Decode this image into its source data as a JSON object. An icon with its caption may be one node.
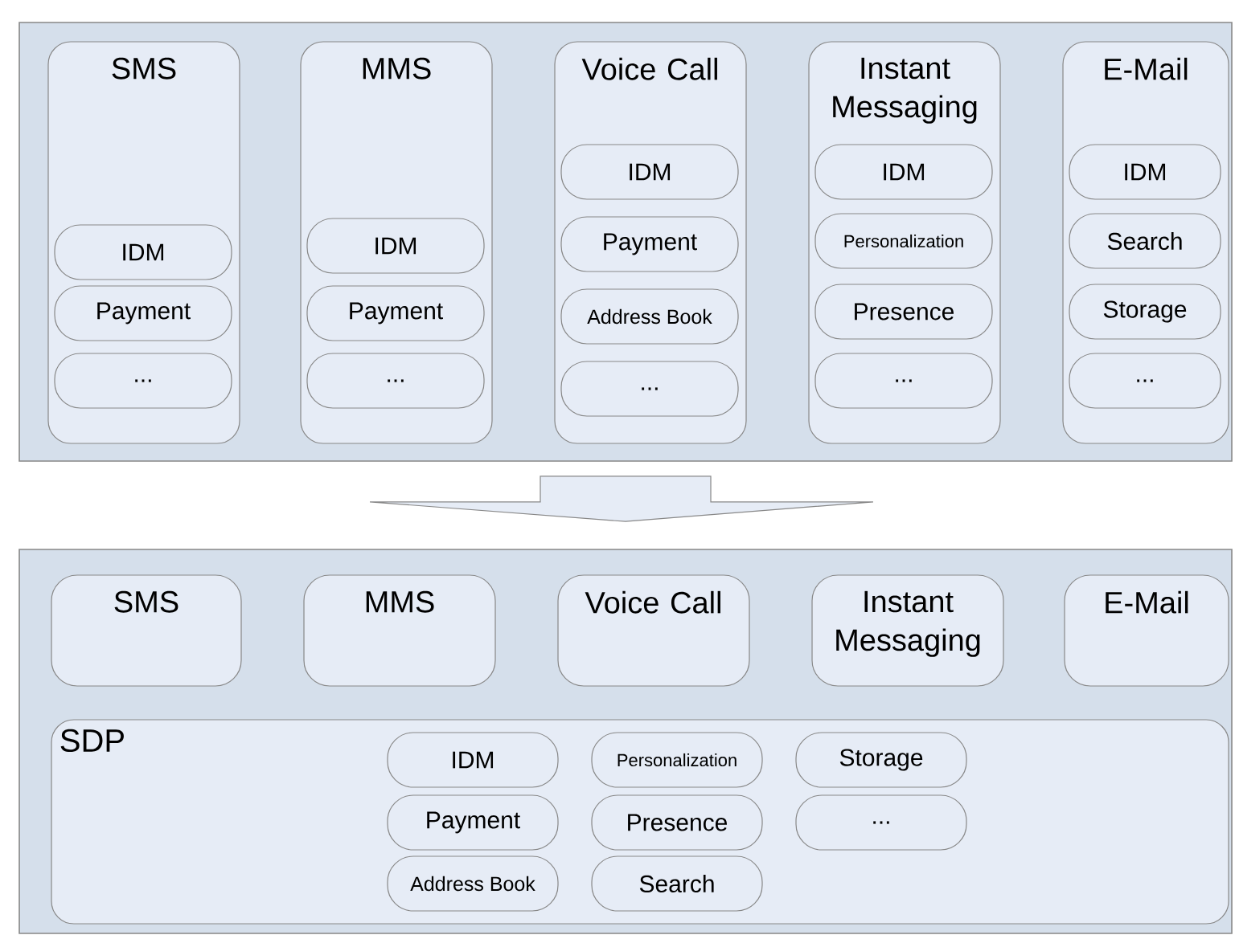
{
  "diagram": {
    "nodes": [
      {
        "text": [],
        "shape": "box"
      },
      {
        "text": [
          "SMS"
        ],
        "in": 0
      },
      {
        "text": [
          "IDM"
        ],
        "in": 1
      },
      {
        "text": [
          "Payment"
        ],
        "in": 1
      },
      {
        "text": [
          "..."
        ],
        "in": 1
      },
      {
        "text": [
          "MMS"
        ],
        "in": 0
      },
      {
        "text": [
          "IDM"
        ],
        "in": 5
      },
      {
        "text": [
          "Payment"
        ],
        "in": 5
      },
      {
        "text": [
          "..."
        ],
        "in": 5
      },
      {
        "text": [
          "Voice Call"
        ],
        "in": 0
      },
      {
        "text": [
          "IDM"
        ],
        "in": 9
      },
      {
        "text": [
          "Payment"
        ],
        "in": 9
      },
      {
        "text": [
          "Address Book"
        ],
        "in": 9
      },
      {
        "text": [
          "..."
        ],
        "in": 9
      },
      {
        "text": [
          "Instant Messaging"
        ],
        "in": 0
      },
      {
        "text": [
          "IDM"
        ],
        "in": 14
      },
      {
        "text": [
          "Personalization"
        ],
        "in": 14
      },
      {
        "text": [
          "Presence"
        ],
        "in": 14
      },
      {
        "text": [
          "..."
        ],
        "in": 14
      },
      {
        "text": [
          "E-Mail"
        ],
        "in": 0
      },
      {
        "text": [
          "IDM"
        ],
        "in": 19
      },
      {
        "text": [
          "Search"
        ],
        "in": 19
      },
      {
        "text": [
          "Storage"
        ],
        "in": 19
      },
      {
        "text": [
          "..."
        ],
        "in": 19
      },
      {
        "text": [],
        "shape": "box"
      },
      {
        "text": [
          "SMS"
        ],
        "in": 24
      },
      {
        "text": [
          "MMS"
        ],
        "in": 24
      },
      {
        "text": [
          "Voice Call"
        ],
        "in": 24
      },
      {
        "text": [
          "Instant Messaging"
        ],
        "in": 24
      },
      {
        "text": [
          "E-Mail"
        ],
        "in": 24
      },
      {
        "text": [
          "SDP"
        ],
        "in": 24
      },
      {
        "text": [
          "IDM"
        ],
        "in": 30
      },
      {
        "text": [
          "Personalization"
        ],
        "in": 30
      },
      {
        "text": [
          "Storage"
        ],
        "in": 30
      },
      {
        "text": [
          "Payment"
        ],
        "in": 30
      },
      {
        "text": [
          "Presence"
        ],
        "in": 30
      },
      {
        "text": [
          "..."
        ],
        "in": 30
      },
      {
        "text": [
          "Address Book"
        ],
        "in": 30
      },
      {
        "text": [
          "Search"
        ],
        "in": 30
      }
    ],
    "edges": [
      {
        "from": 0,
        "to": 24,
        "arrow": "to"
      }
    ]
  }
}
